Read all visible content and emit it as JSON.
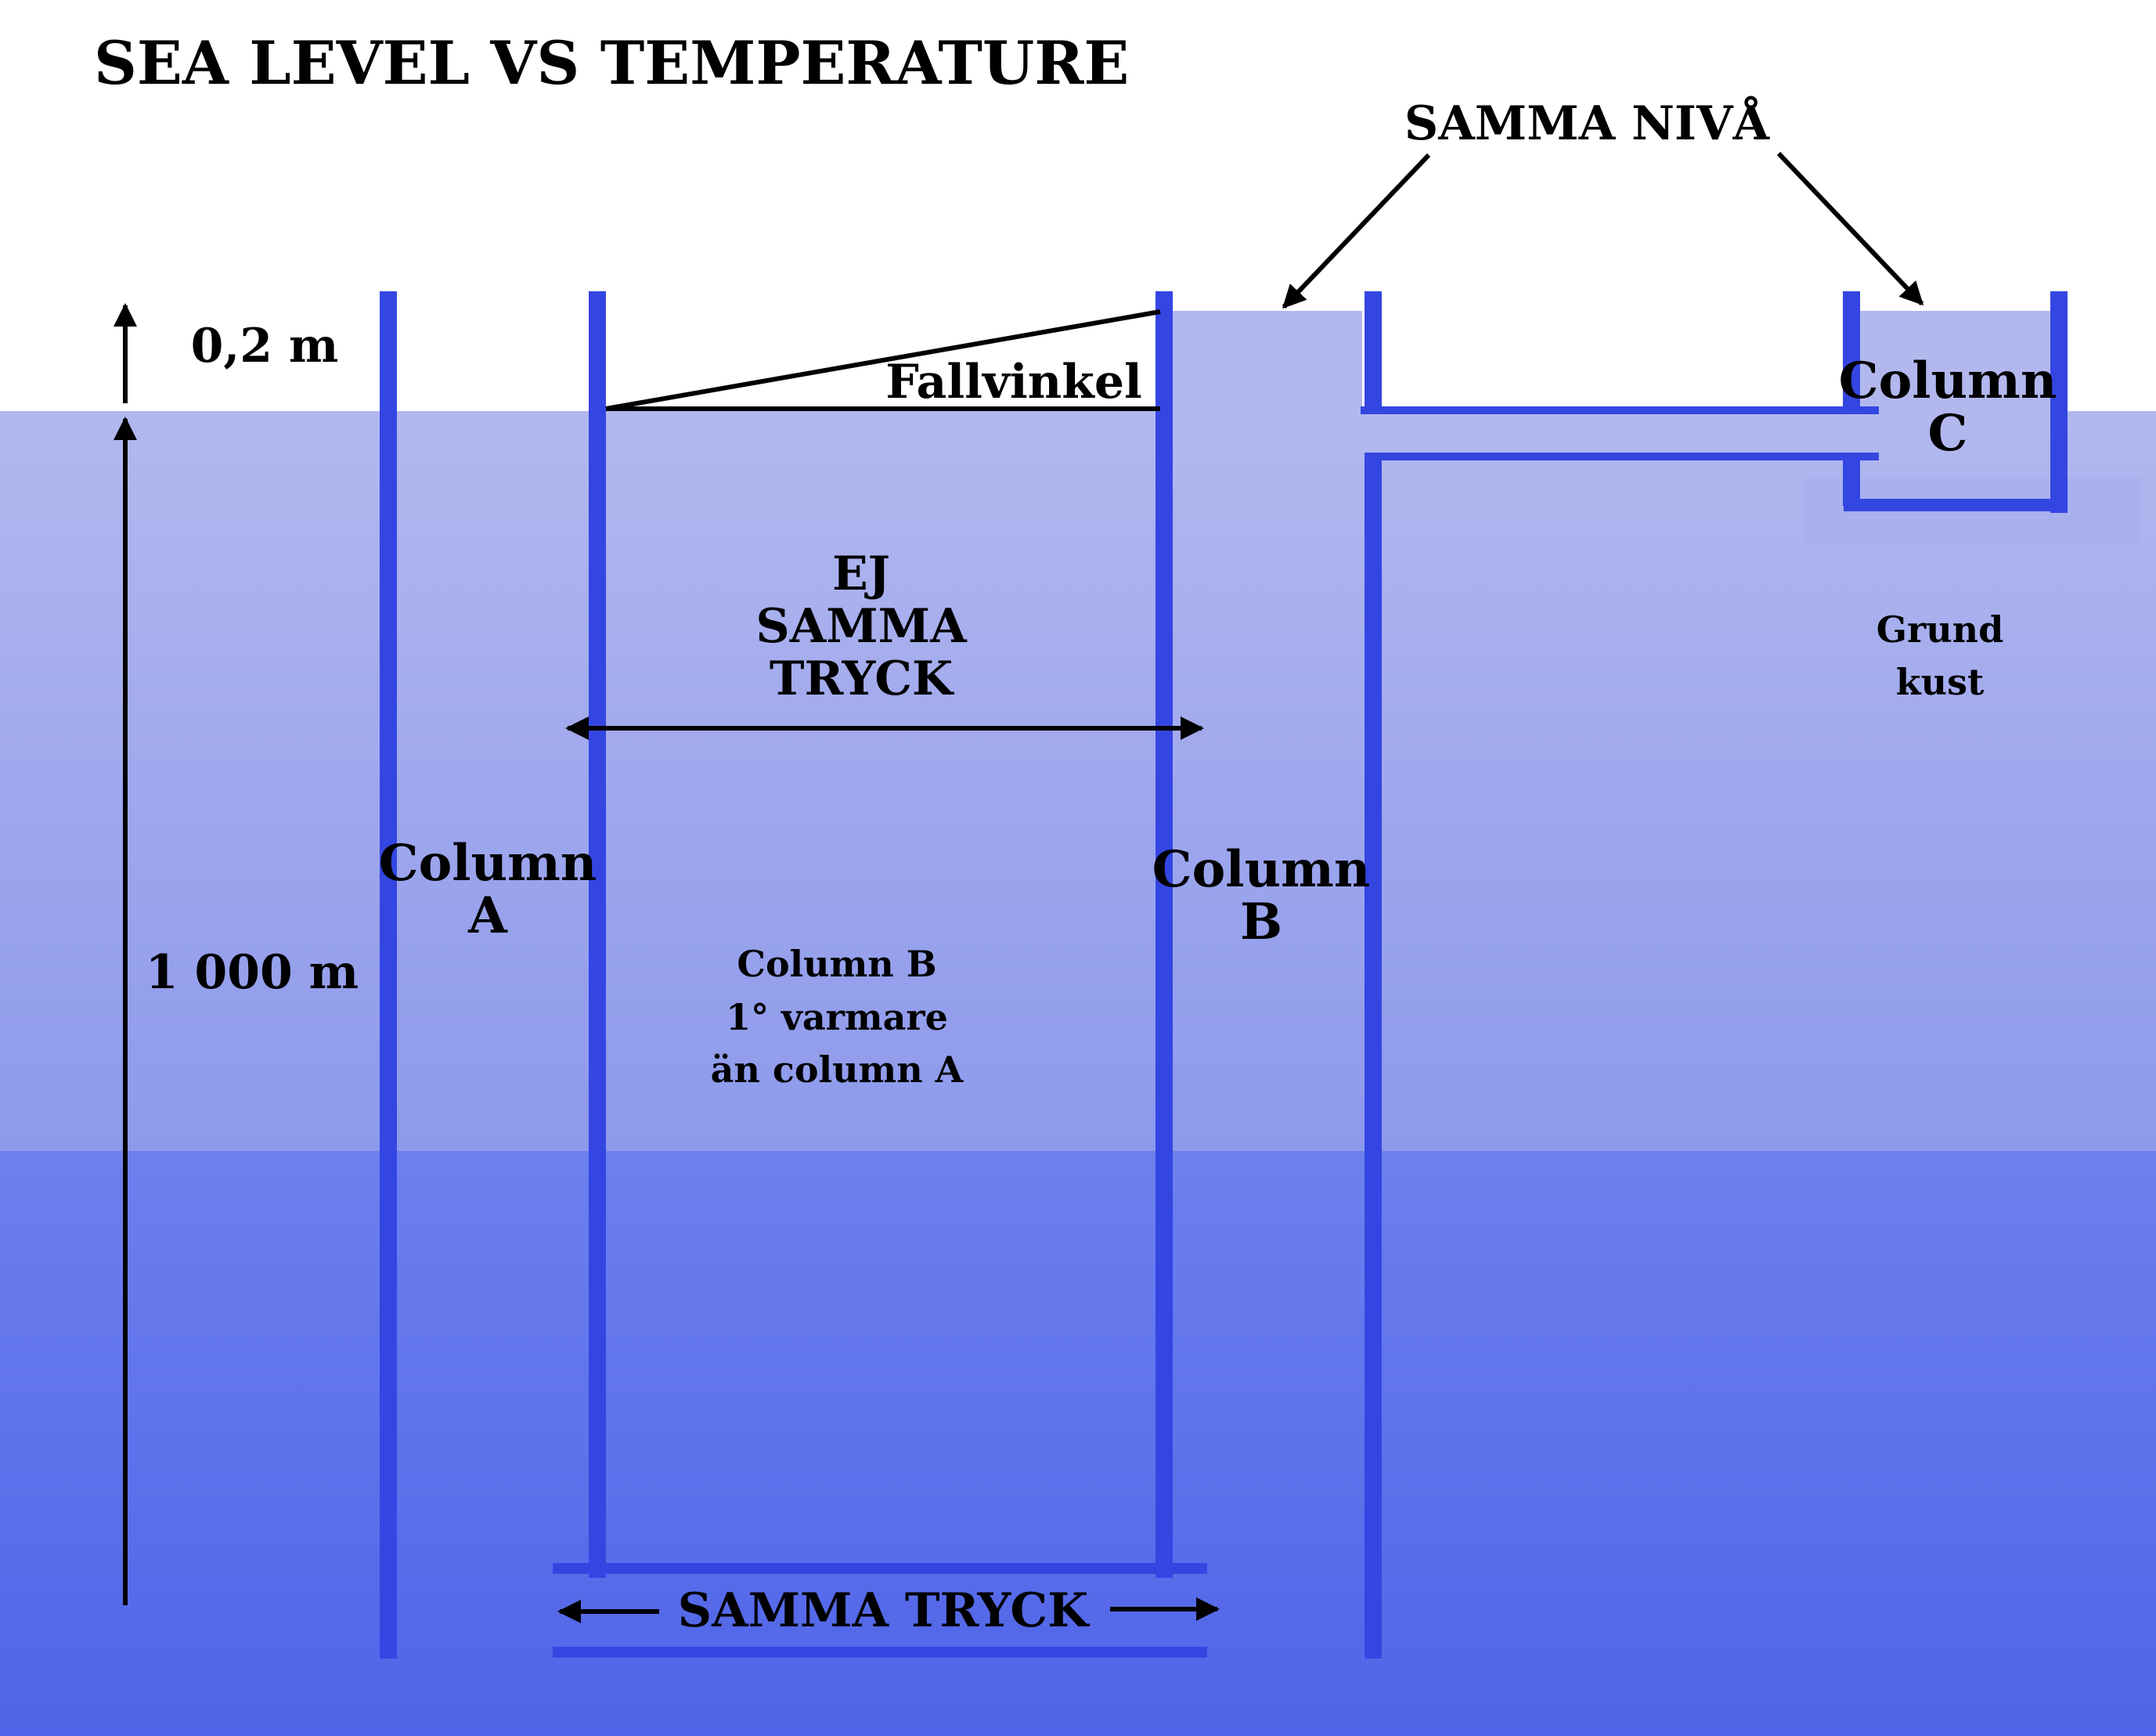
{
  "title": "SEA LEVEL VS TEMPERATURE",
  "labels": {
    "samma_niva": "SAMMA NIVÅ",
    "height_small": "0,2 m",
    "height_large": "1 000 m",
    "fallvinkel": "Fallvinkel",
    "ej_line1": "EJ",
    "ej_line2": "SAMMA",
    "ej_line3": "TRYCK",
    "samma_tryck": "SAMMA TRYCK",
    "column_a_line1": "Column",
    "column_a_line2": "A",
    "column_b_line1": "Column",
    "column_b_line2": "B",
    "column_c_line1": "Column",
    "column_c_line2": "C",
    "note_line1": "Column B",
    "note_line2": "1° varmare",
    "note_line3": "än column A",
    "grund_line1": "Grund",
    "grund_line2": "kust"
  },
  "colors": {
    "column_blue": "#3446E2",
    "water_top": "#B2B8EE",
    "water_mid": "#8D99EC",
    "deep_top": "#6D80EE",
    "deep_bottom": "#4F64E8",
    "raised_water": "#B2B8EE",
    "arrow": "#000000"
  }
}
